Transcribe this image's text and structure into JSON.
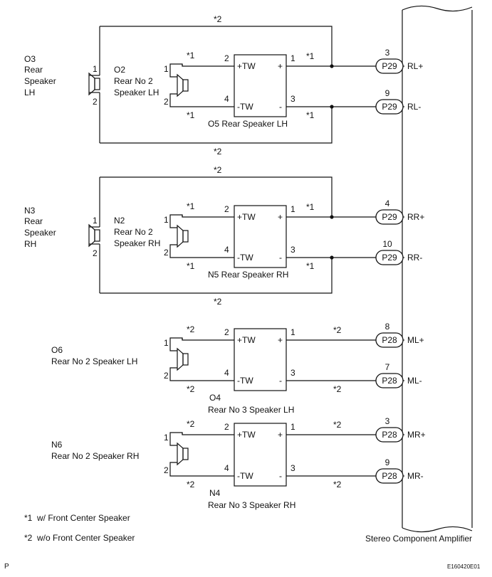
{
  "amplifier": {
    "label": "Stereo Component Amplifier"
  },
  "groups": [
    {
      "id": "rear-left",
      "has_outer": true,
      "outer_top_note": "*2",
      "outer_bottom_note": "*2",
      "outer_speaker": {
        "code": "O3",
        "name_lines": [
          "Rear",
          "Speaker",
          "LH"
        ],
        "pin_top": "1",
        "pin_bottom": "2"
      },
      "inner_speaker": {
        "code": "O2",
        "name_lines": [
          "Rear No  2",
          "Speaker LH"
        ],
        "pin_top": "1",
        "pin_bottom": "2",
        "note_top": "*1",
        "note_bottom": "*1"
      },
      "box": {
        "code_name": "O5 Rear Speaker LH",
        "code_name_lines": [],
        "in_top_pin": "2",
        "in_bottom_pin": "4",
        "in_top_label": "+TW",
        "in_bottom_label": "-TW",
        "out_top_sign": "+",
        "out_bottom_sign": "-",
        "out_top_pin": "1",
        "out_bottom_pin": "3"
      },
      "out_notes": {
        "top": "*1",
        "bottom": "*1"
      },
      "connectors": [
        {
          "pin": "3",
          "code": "P29",
          "signal": "RL+"
        },
        {
          "pin": "9",
          "code": "P29",
          "signal": "RL-"
        }
      ]
    },
    {
      "id": "rear-right",
      "has_outer": true,
      "outer_top_note": "*2",
      "outer_bottom_note": "*2",
      "outer_speaker": {
        "code": "N3",
        "name_lines": [
          "Rear",
          "Speaker",
          "RH"
        ],
        "pin_top": "1",
        "pin_bottom": "2"
      },
      "inner_speaker": {
        "code": "N2",
        "name_lines": [
          "Rear No  2",
          "Speaker RH"
        ],
        "pin_top": "1",
        "pin_bottom": "2",
        "note_top": "*1",
        "note_bottom": "*1"
      },
      "box": {
        "code_name": "N5  Rear Speaker RH",
        "code_name_lines": [],
        "in_top_pin": "2",
        "in_bottom_pin": "4",
        "in_top_label": "+TW",
        "in_bottom_label": "-TW",
        "out_top_sign": "+",
        "out_bottom_sign": "-",
        "out_top_pin": "1",
        "out_bottom_pin": "3"
      },
      "out_notes": {
        "top": "*1",
        "bottom": "*1"
      },
      "connectors": [
        {
          "pin": "4",
          "code": "P29",
          "signal": "RR+"
        },
        {
          "pin": "10",
          "code": "P29",
          "signal": "RR-"
        }
      ]
    },
    {
      "id": "mid-left",
      "has_outer": false,
      "outer_speaker": null,
      "inner_speaker": {
        "code": "O6",
        "name_lines": [
          "Rear No  2 Speaker LH"
        ],
        "pin_top": "1",
        "pin_bottom": "2",
        "note_top": "*2",
        "note_bottom": "*2"
      },
      "box": {
        "code_name": "",
        "code_name_lines": [
          "O4",
          "Rear No  3 Speaker LH"
        ],
        "in_top_pin": "2",
        "in_bottom_pin": "4",
        "in_top_label": "+TW",
        "in_bottom_label": "-TW",
        "out_top_sign": "+",
        "out_bottom_sign": "-",
        "out_top_pin": "1",
        "out_bottom_pin": "3"
      },
      "out_notes": {
        "top": "*2",
        "bottom": "*2"
      },
      "connectors": [
        {
          "pin": "8",
          "code": "P28",
          "signal": "ML+"
        },
        {
          "pin": "7",
          "code": "P28",
          "signal": "ML-"
        }
      ]
    },
    {
      "id": "mid-right",
      "has_outer": false,
      "outer_speaker": null,
      "inner_speaker": {
        "code": "N6",
        "name_lines": [
          "Rear No  2 Speaker RH"
        ],
        "pin_top": "1",
        "pin_bottom": "2",
        "note_top": "*2",
        "note_bottom": "*2"
      },
      "box": {
        "code_name": "",
        "code_name_lines": [
          "N4",
          "Rear No  3 Speaker RH"
        ],
        "in_top_pin": "2",
        "in_bottom_pin": "4",
        "in_top_label": "+TW",
        "in_bottom_label": "-TW",
        "out_top_sign": "+",
        "out_bottom_sign": "-",
        "out_top_pin": "1",
        "out_bottom_pin": "3"
      },
      "out_notes": {
        "top": "*2",
        "bottom": "*2"
      },
      "connectors": [
        {
          "pin": "3",
          "code": "P28",
          "signal": "MR+"
        },
        {
          "pin": "9",
          "code": "P28",
          "signal": "MR-"
        }
      ]
    }
  ],
  "footnotes": [
    {
      "mark": "*1",
      "text": "w/ Front Center Speaker"
    },
    {
      "mark": "*2",
      "text": "w/o Front Center Speaker"
    }
  ],
  "corner_left": "P",
  "corner_right": "E160420E01"
}
